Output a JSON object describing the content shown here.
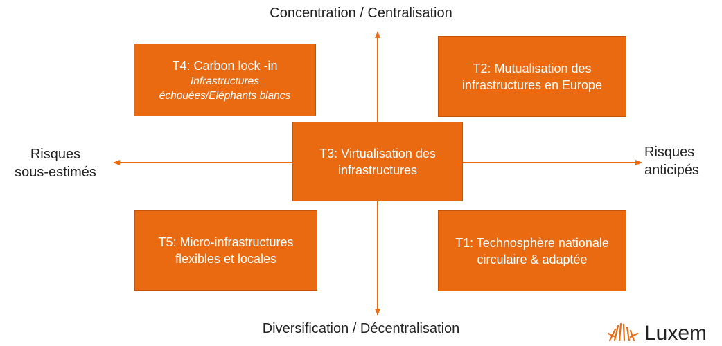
{
  "axes": {
    "top": "Concentration / Centralisation",
    "bottom": "Diversification / Décentralisation",
    "left_line1": "Risques",
    "left_line2": "sous-estimés",
    "right_line1": "Risques",
    "right_line2": "anticipés"
  },
  "boxes": {
    "t4": {
      "title": "T4: Carbon lock -in",
      "subtitle": "Infrastructures échouées/Eléphants blancs"
    },
    "t2": {
      "title": "T2: Mutualisation des infrastructures en Europe"
    },
    "t3": {
      "title": "T3: Virtualisation des infrastructures"
    },
    "t5": {
      "title": "T5: Micro-infrastructures flexibles et locales"
    },
    "t1": {
      "title": "T1: Technosphère nationale circulaire & adaptée"
    }
  },
  "logo": {
    "text": "Luxem"
  },
  "colors": {
    "box_fill": "#ea6a12",
    "box_border": "#c45408",
    "axis": "#ea6a12",
    "text": "#222222"
  }
}
